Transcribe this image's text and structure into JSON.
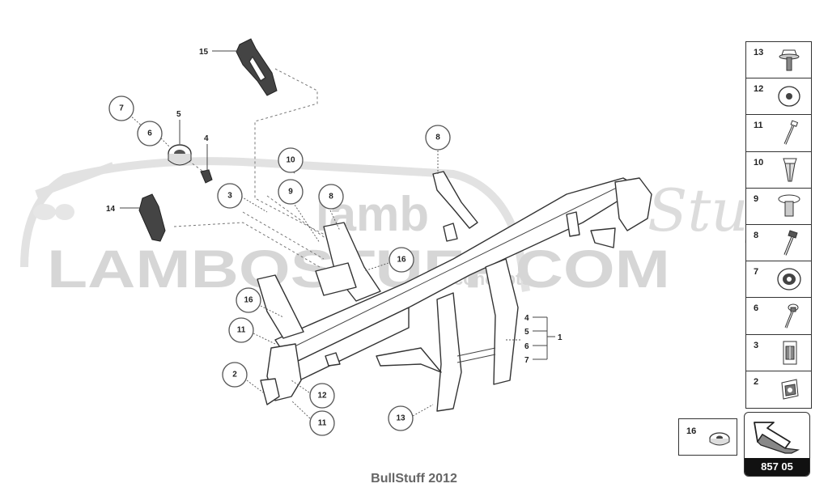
{
  "watermark": {
    "brand": "LAMBOSTUFF.COM",
    "script": "Stuff",
    "tagline": "concepts",
    "partial": "lamb"
  },
  "callouts": {
    "c15": "15",
    "c7": "7",
    "c6": "6",
    "c5": "5",
    "c4": "4",
    "c3": "3",
    "c14": "14",
    "c10": "10",
    "c9": "9",
    "c8a": "8",
    "c8b": "8",
    "c16a": "16",
    "c16b": "16",
    "c11a": "11",
    "c11b": "11",
    "c2": "2",
    "c12": "12",
    "c13": "13"
  },
  "group_labels": {
    "g4": "4",
    "g5": "5",
    "g6": "6",
    "g7": "7",
    "g1": "1"
  },
  "legend": {
    "items": [
      {
        "num": "13",
        "icon": "flange-bolt-icon"
      },
      {
        "num": "12",
        "icon": "washer-icon"
      },
      {
        "num": "11",
        "icon": "screw-icon"
      },
      {
        "num": "10",
        "icon": "expanding-rivet-icon"
      },
      {
        "num": "9",
        "icon": "push-clip-icon"
      },
      {
        "num": "8",
        "icon": "hex-bolt-icon"
      },
      {
        "num": "7",
        "icon": "grommet-icon"
      },
      {
        "num": "6",
        "icon": "collar-bolt-icon"
      },
      {
        "num": "3",
        "icon": "spring-clip-icon"
      },
      {
        "num": "2",
        "icon": "cage-nut-icon"
      }
    ],
    "extra": {
      "num": "16",
      "icon": "damper-washer-icon"
    }
  },
  "diagram_code": "857 05",
  "caption": "BullStuff 2012"
}
